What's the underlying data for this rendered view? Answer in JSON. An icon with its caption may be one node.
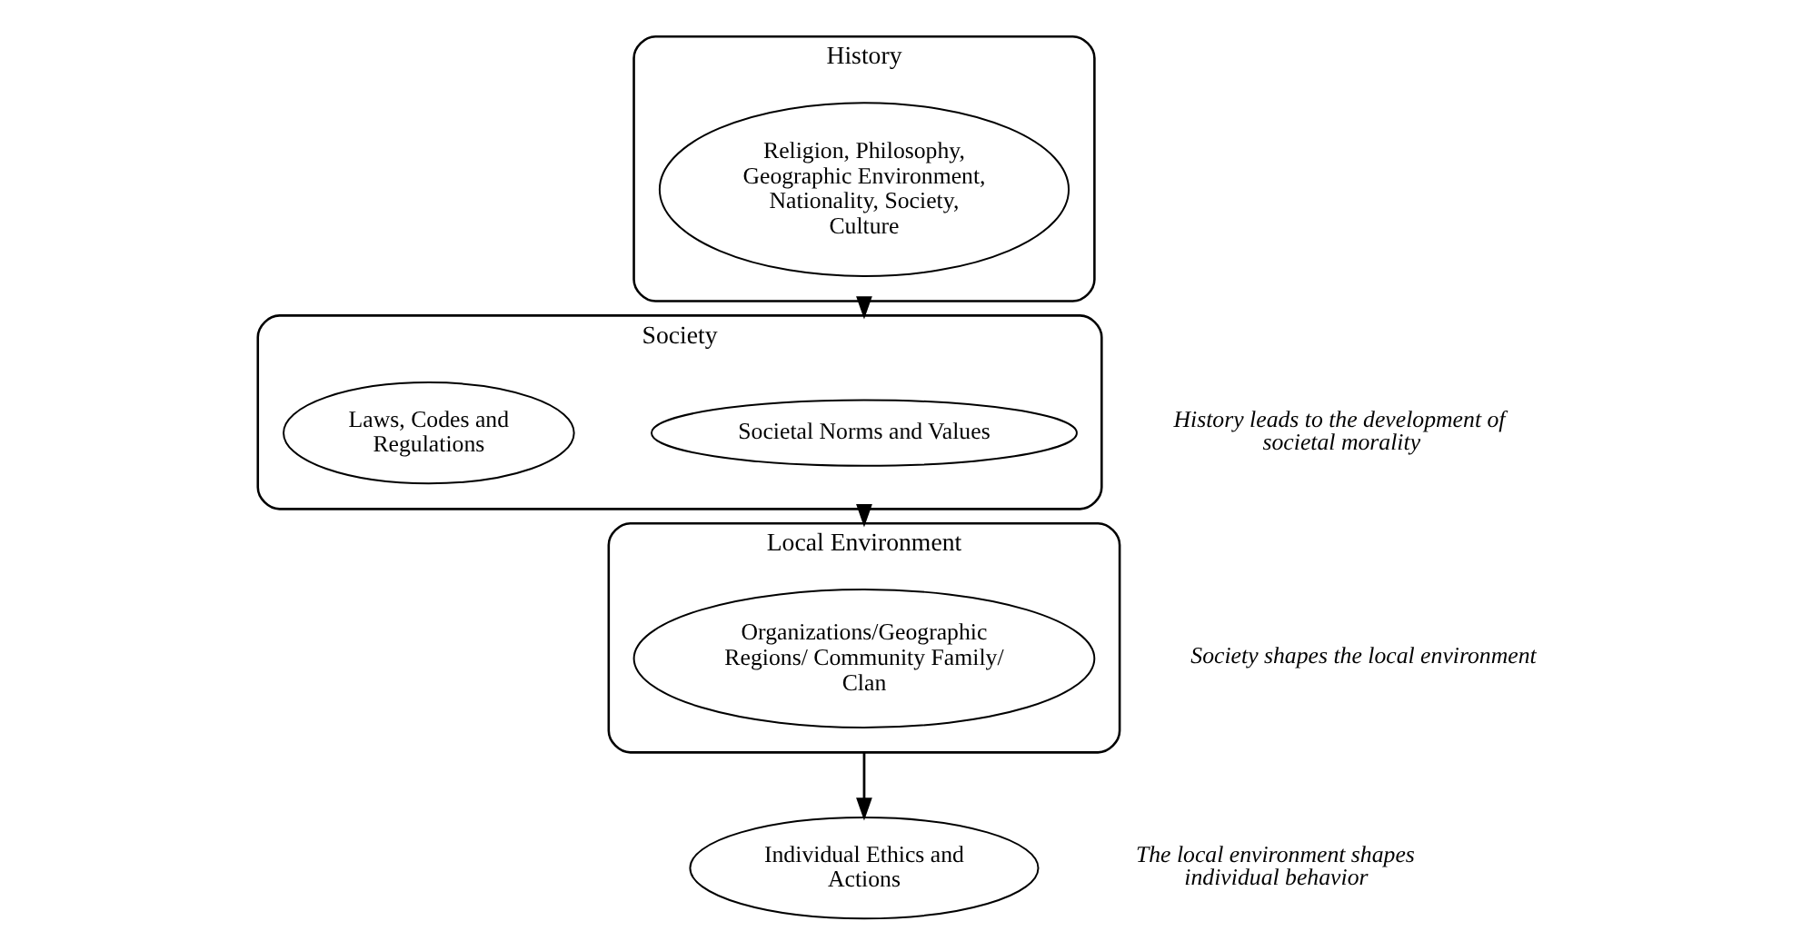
{
  "diagram": {
    "nodes": [
      {
        "text": [
          "History"
        ]
      },
      {
        "text": [
          "Religion, Philosophy, Geographic Environment, Nationality, Society, Culture"
        ],
        "in": 0
      },
      {
        "text": [
          "Society"
        ]
      },
      {
        "text": [
          "Societal Norms and Values"
        ],
        "in": 2
      },
      {
        "text": [
          "Laws, Codes and Regulations"
        ],
        "in": 2
      },
      {
        "text": [
          "Local Environment"
        ]
      },
      {
        "text": [
          "Organizations/Geographic Regions/ Community Family/ Clan"
        ],
        "in": 5
      },
      {
        "text": [
          "Individual Ethics and Actions"
        ]
      }
    ],
    "edges": [
      {
        "from": 0,
        "to": 2,
        "arrow": "to"
      },
      {
        "from": 2,
        "to": 5,
        "arrow": "to"
      },
      {
        "from": 5,
        "to": 7,
        "arrow": "to"
      }
    ],
    "labels": [
      "History leads to the development of societal morality",
      "Society shapes the local environment",
      "The local environment shapes individual behavior"
    ]
  }
}
